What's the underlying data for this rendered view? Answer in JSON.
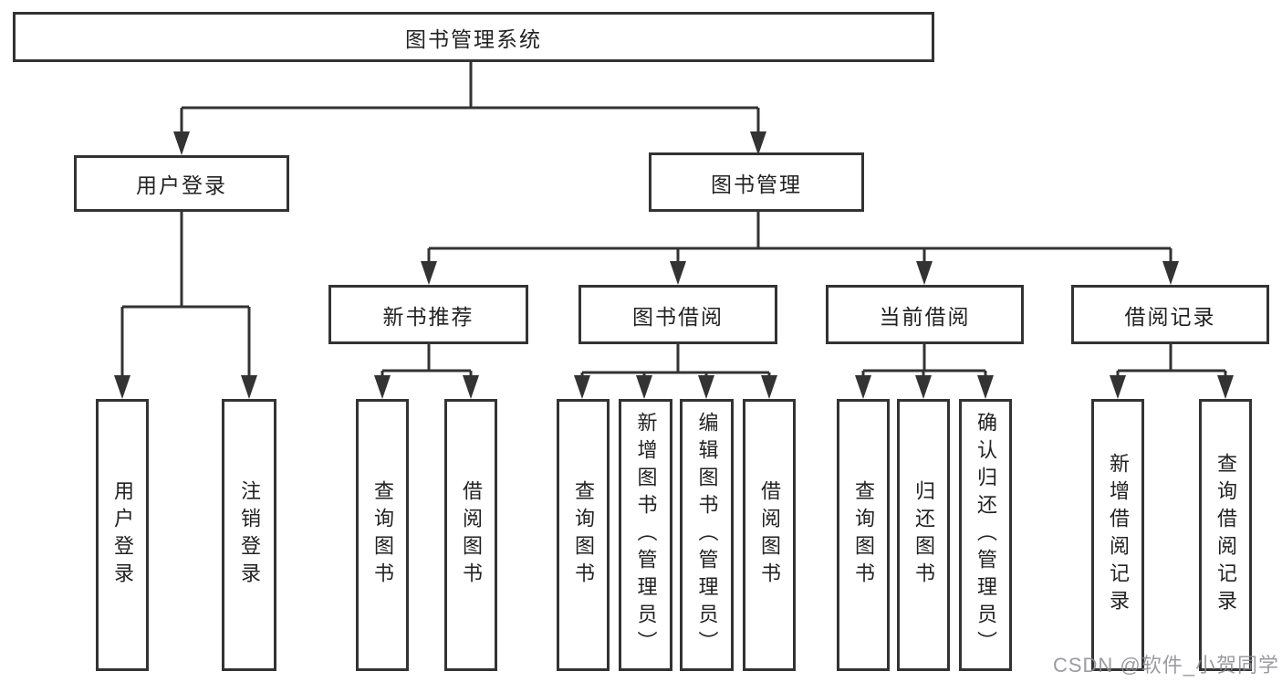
{
  "colors": {
    "line": "#333333",
    "box_border": "#333333",
    "background": "#ffffff",
    "watermark": "#8a8a8f"
  },
  "watermark": "CSDN @软件_小贺同学",
  "tree": {
    "root": "图书管理系统",
    "branches": [
      {
        "label": "用户登录",
        "children": [
          "用户登录",
          "注销登录"
        ]
      },
      {
        "label": "图书管理",
        "children": [
          {
            "label": "新书推荐",
            "children": [
              "查询图书",
              "借阅图书"
            ]
          },
          {
            "label": "图书借阅",
            "children": [
              "查询图书",
              "新增图书（管理员）",
              "编辑图书（管理员）",
              "借阅图书"
            ]
          },
          {
            "label": "当前借阅",
            "children": [
              "查询图书",
              "归还图书",
              "确认归还（管理员）"
            ]
          },
          {
            "label": "借阅记录",
            "children": [
              "新增借阅记录",
              "查询借阅记录"
            ]
          }
        ]
      }
    ]
  }
}
